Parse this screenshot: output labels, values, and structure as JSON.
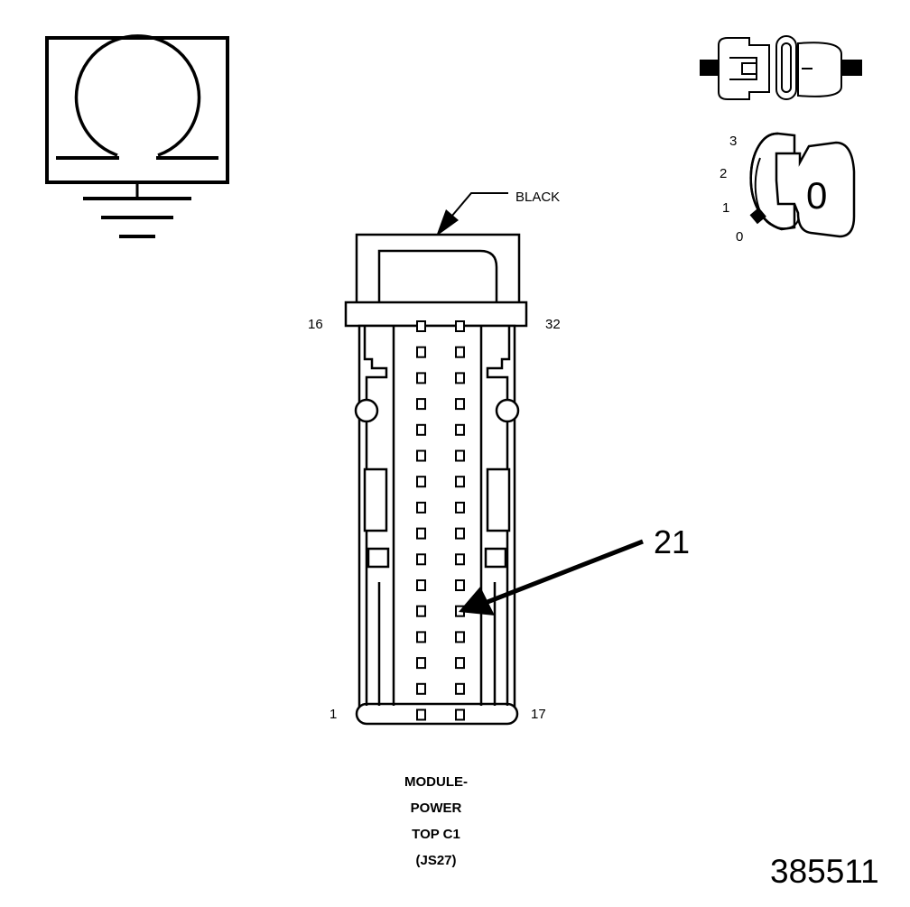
{
  "connector": {
    "color_label": "BLACK",
    "pins": [
      {
        "pin": "16"
      },
      {
        "pin": "32"
      },
      {
        "pin": "1"
      },
      {
        "pin": "17"
      }
    ],
    "callout": "21",
    "caption": [
      "MODULE-",
      "POWER",
      "TOP C1",
      "(JS27)"
    ]
  },
  "ignition_switch": {
    "positions": [
      "3",
      "2",
      "1",
      "0"
    ],
    "key_label": "0"
  },
  "figure_id": "385511",
  "icons": {
    "ohmmeter": "ohmmeter-ground-icon",
    "connector_plug": "connector-plug-icon",
    "ignition": "ignition-key-icon"
  }
}
